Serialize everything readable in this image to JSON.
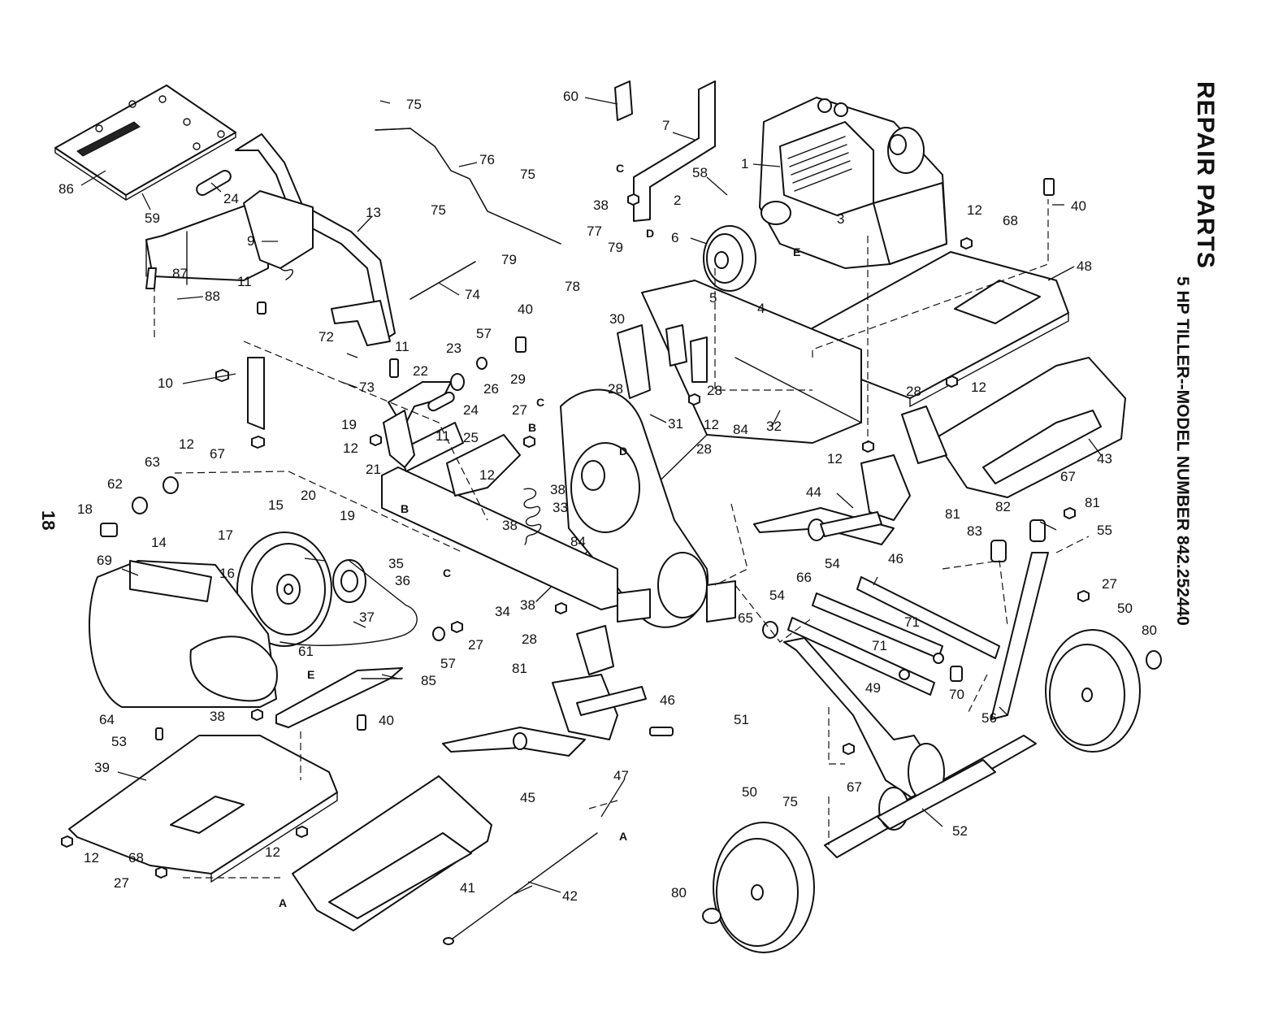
{
  "page": {
    "title": "REPAIR PARTS",
    "subtitle": "5 HP TILLER--MODEL NUMBER 842.252440",
    "page_number": "18"
  },
  "parts": [
    {
      "key": "86-a",
      "label": "86"
    },
    {
      "key": "59-a",
      "label": "59"
    },
    {
      "key": "24-a",
      "label": "24"
    },
    {
      "key": "13-a",
      "label": "13"
    },
    {
      "key": "9-a",
      "label": "9"
    },
    {
      "key": "87-a",
      "label": "87"
    },
    {
      "key": "88-a",
      "label": "88"
    },
    {
      "key": "11-a",
      "label": "11"
    },
    {
      "key": "72-a",
      "label": "72"
    },
    {
      "key": "73-a",
      "label": "73"
    },
    {
      "key": "10-a",
      "label": "10"
    },
    {
      "key": "12-a",
      "label": "12"
    },
    {
      "key": "67-a",
      "label": "67"
    },
    {
      "key": "75-a",
      "label": "75"
    },
    {
      "key": "76-a",
      "label": "76"
    },
    {
      "key": "75-b",
      "label": "75"
    },
    {
      "key": "75-c",
      "label": "75"
    },
    {
      "key": "74-a",
      "label": "74"
    },
    {
      "key": "79-a",
      "label": "79"
    },
    {
      "key": "77-a",
      "label": "77"
    },
    {
      "key": "79-b",
      "label": "79"
    },
    {
      "key": "78-a",
      "label": "78"
    },
    {
      "key": "40-a",
      "label": "40"
    },
    {
      "key": "57-a",
      "label": "57"
    },
    {
      "key": "23-a",
      "label": "23"
    },
    {
      "key": "11-b",
      "label": "11"
    },
    {
      "key": "22-a",
      "label": "22"
    },
    {
      "key": "19-a",
      "label": "19"
    },
    {
      "key": "12-b",
      "label": "12"
    },
    {
      "key": "21-a",
      "label": "21"
    },
    {
      "key": "24-b",
      "label": "24"
    },
    {
      "key": "26-a",
      "label": "26"
    },
    {
      "key": "27-a",
      "label": "27"
    },
    {
      "key": "29-a",
      "label": "29"
    },
    {
      "key": "11-c",
      "label": "11"
    },
    {
      "key": "25-a",
      "label": "25"
    },
    {
      "key": "12-c",
      "label": "12"
    },
    {
      "key": "38-a",
      "label": "38"
    },
    {
      "key": "33-a",
      "label": "33"
    },
    {
      "key": "38-b",
      "label": "38"
    },
    {
      "key": "84-a",
      "label": "84"
    },
    {
      "key": "60-a",
      "label": "60"
    },
    {
      "key": "7-a",
      "label": "7"
    },
    {
      "key": "38-c",
      "label": "38"
    },
    {
      "key": "58-a",
      "label": "58"
    },
    {
      "key": "2-a",
      "label": "2"
    },
    {
      "key": "6-a",
      "label": "6"
    },
    {
      "key": "5-a",
      "label": "5"
    },
    {
      "key": "4-a",
      "label": "4"
    },
    {
      "key": "3-a",
      "label": "3"
    },
    {
      "key": "1-a",
      "label": "1"
    },
    {
      "key": "40-b",
      "label": "40"
    },
    {
      "key": "12-d",
      "label": "12"
    },
    {
      "key": "68-a",
      "label": "68"
    },
    {
      "key": "48-a",
      "label": "48"
    },
    {
      "key": "30-a",
      "label": "30"
    },
    {
      "key": "28-a",
      "label": "28"
    },
    {
      "key": "28-b",
      "label": "28"
    },
    {
      "key": "12-e",
      "label": "12"
    },
    {
      "key": "84-b",
      "label": "84"
    },
    {
      "key": "32-a",
      "label": "32"
    },
    {
      "key": "31-a",
      "label": "31"
    },
    {
      "key": "28-c",
      "label": "28"
    },
    {
      "key": "28-d",
      "label": "28"
    },
    {
      "key": "12-f",
      "label": "12"
    },
    {
      "key": "43-a",
      "label": "43"
    },
    {
      "key": "12-g",
      "label": "12"
    },
    {
      "key": "18-a",
      "label": "18"
    },
    {
      "key": "62-a",
      "label": "62"
    },
    {
      "key": "63-a",
      "label": "63"
    },
    {
      "key": "15-a",
      "label": "15"
    },
    {
      "key": "20-a",
      "label": "20"
    },
    {
      "key": "19-b",
      "label": "19"
    },
    {
      "key": "35-a",
      "label": "35"
    },
    {
      "key": "36-a",
      "label": "36"
    },
    {
      "key": "17-a",
      "label": "17"
    },
    {
      "key": "14-a",
      "label": "14"
    },
    {
      "key": "69-a",
      "label": "69"
    },
    {
      "key": "16-a",
      "label": "16"
    },
    {
      "key": "37-a",
      "label": "37"
    },
    {
      "key": "61-a",
      "label": "61"
    },
    {
      "key": "34-a",
      "label": "34"
    },
    {
      "key": "38-d",
      "label": "38"
    },
    {
      "key": "28-e",
      "label": "28"
    },
    {
      "key": "57-b",
      "label": "57"
    },
    {
      "key": "27-b",
      "label": "27"
    },
    {
      "key": "81-a",
      "label": "81"
    },
    {
      "key": "85-a",
      "label": "85"
    },
    {
      "key": "38-e",
      "label": "38"
    },
    {
      "key": "64-a",
      "label": "64"
    },
    {
      "key": "40-c",
      "label": "40"
    },
    {
      "key": "53-a",
      "label": "53"
    },
    {
      "key": "39-a",
      "label": "39"
    },
    {
      "key": "12-h",
      "label": "12"
    },
    {
      "key": "68-b",
      "label": "68"
    },
    {
      "key": "12-i",
      "label": "12"
    },
    {
      "key": "27-c",
      "label": "27"
    },
    {
      "key": "41-a",
      "label": "41"
    },
    {
      "key": "42-a",
      "label": "42"
    },
    {
      "key": "47-a",
      "label": "47"
    },
    {
      "key": "45-a",
      "label": "45"
    },
    {
      "key": "46-a",
      "label": "46"
    },
    {
      "key": "44-a",
      "label": "44"
    },
    {
      "key": "81-b",
      "label": "81"
    },
    {
      "key": "46-b",
      "label": "46"
    },
    {
      "key": "83-a",
      "label": "83"
    },
    {
      "key": "82-a",
      "label": "82"
    },
    {
      "key": "67-b",
      "label": "67"
    },
    {
      "key": "81-c",
      "label": "81"
    },
    {
      "key": "55-a",
      "label": "55"
    },
    {
      "key": "54-a",
      "label": "54"
    },
    {
      "key": "54-b",
      "label": "54"
    },
    {
      "key": "66-a",
      "label": "66"
    },
    {
      "key": "65-a",
      "label": "65"
    },
    {
      "key": "71-a",
      "label": "71"
    },
    {
      "key": "71-b",
      "label": "71"
    },
    {
      "key": "49-a",
      "label": "49"
    },
    {
      "key": "70-a",
      "label": "70"
    },
    {
      "key": "27-d",
      "label": "27"
    },
    {
      "key": "50-a",
      "label": "50"
    },
    {
      "key": "80-a",
      "label": "80"
    },
    {
      "key": "56-a",
      "label": "56"
    },
    {
      "key": "51-a",
      "label": "51"
    },
    {
      "key": "67-c",
      "label": "67"
    },
    {
      "key": "52-a",
      "label": "52"
    },
    {
      "key": "75-d",
      "label": "75"
    },
    {
      "key": "50-b",
      "label": "50"
    },
    {
      "key": "80-b",
      "label": "80"
    }
  ],
  "connectors": [
    {
      "key": "C-1",
      "label": "C"
    },
    {
      "key": "D-1",
      "label": "D"
    },
    {
      "key": "E-1",
      "label": "E"
    },
    {
      "key": "C-2",
      "label": "C"
    },
    {
      "key": "B-1",
      "label": "B"
    },
    {
      "key": "D-2",
      "label": "D"
    },
    {
      "key": "B-2",
      "label": "B"
    },
    {
      "key": "C-3",
      "label": "C"
    },
    {
      "key": "E-2",
      "label": "E"
    },
    {
      "key": "A-1",
      "label": "A"
    },
    {
      "key": "A-2",
      "label": "A"
    }
  ]
}
